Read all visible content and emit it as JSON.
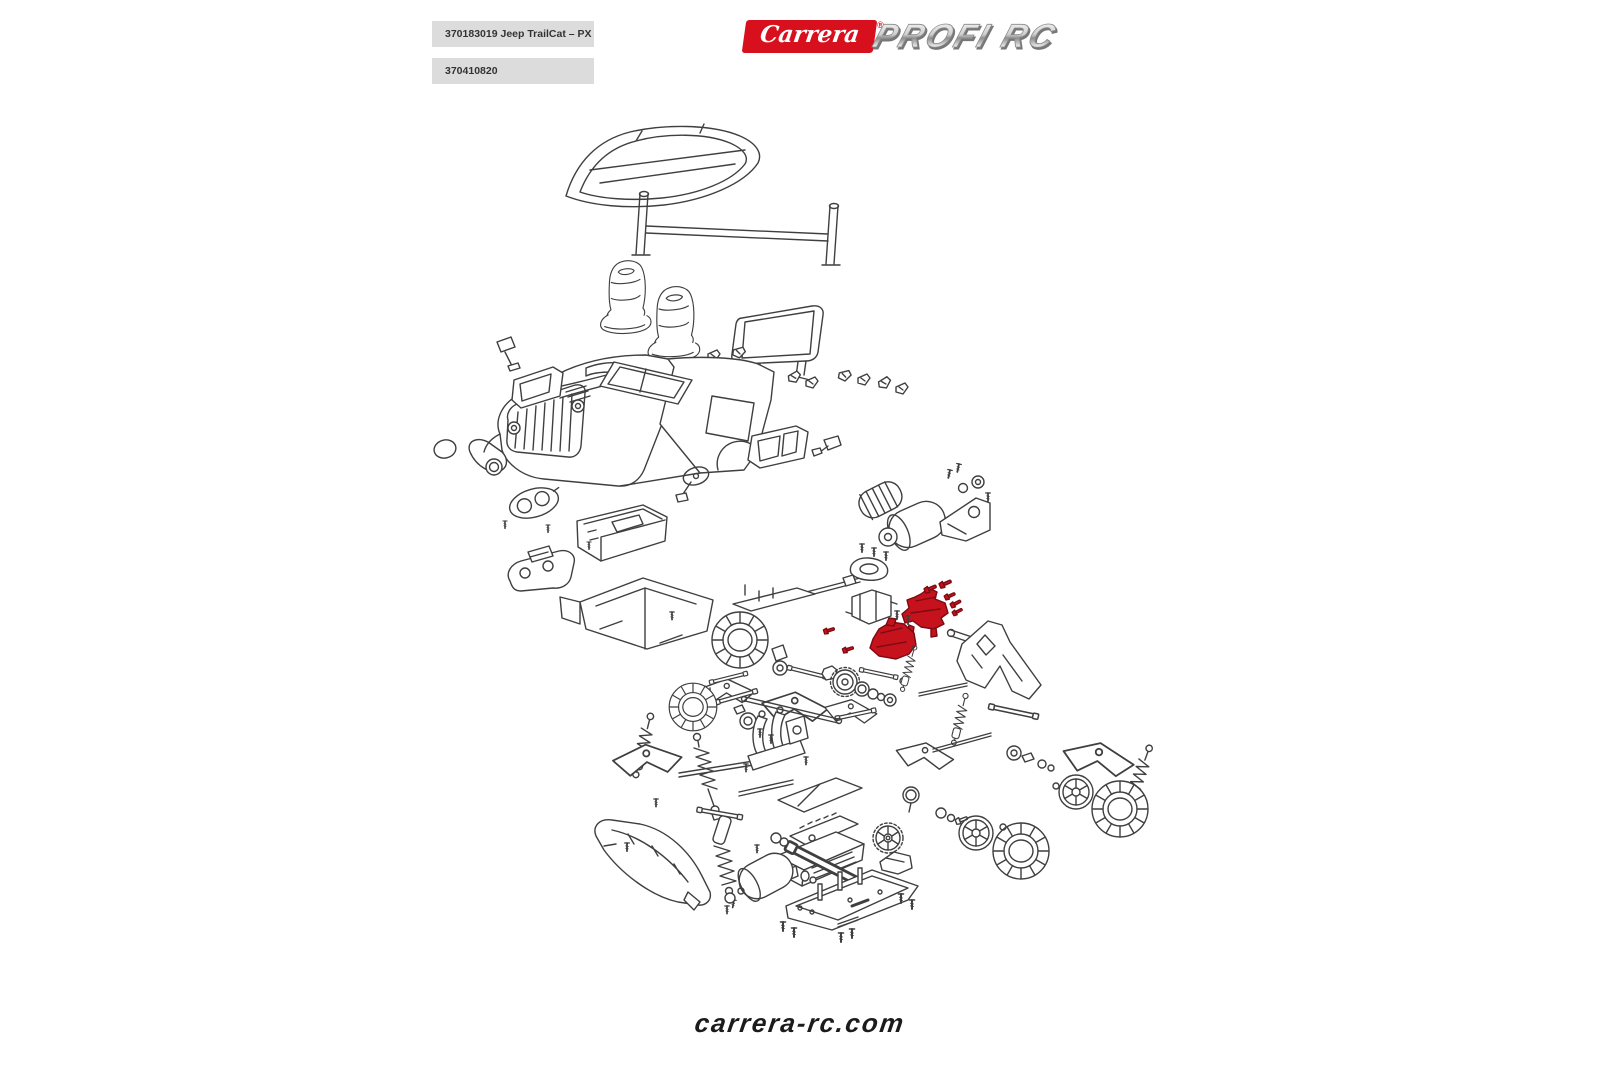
{
  "page": {
    "background_color": "#ffffff"
  },
  "header": {
    "part_labels": [
      {
        "text": "370183019 Jeep TrailCat – PX"
      },
      {
        "text": "370410820"
      }
    ],
    "label_bg_color": "#dcdcdc",
    "label_text_color": "#333333"
  },
  "brand": {
    "logo_text": "Carrera",
    "registered_mark": "®",
    "series_text": "PROFI RC",
    "logo_bg_color": "#d8101e",
    "logo_text_color": "#ffffff"
  },
  "diagram": {
    "line_color": "#3f3f3f",
    "highlight_color": "#c6121c",
    "highlight_outline_color": "#7c0a12",
    "highlighted_parts": [
      "gearbox bulkhead",
      "gearbox housing",
      "mounting screws"
    ]
  },
  "footer": {
    "website_text": "carrera-rc.com",
    "text_color": "#1b1b1b"
  }
}
